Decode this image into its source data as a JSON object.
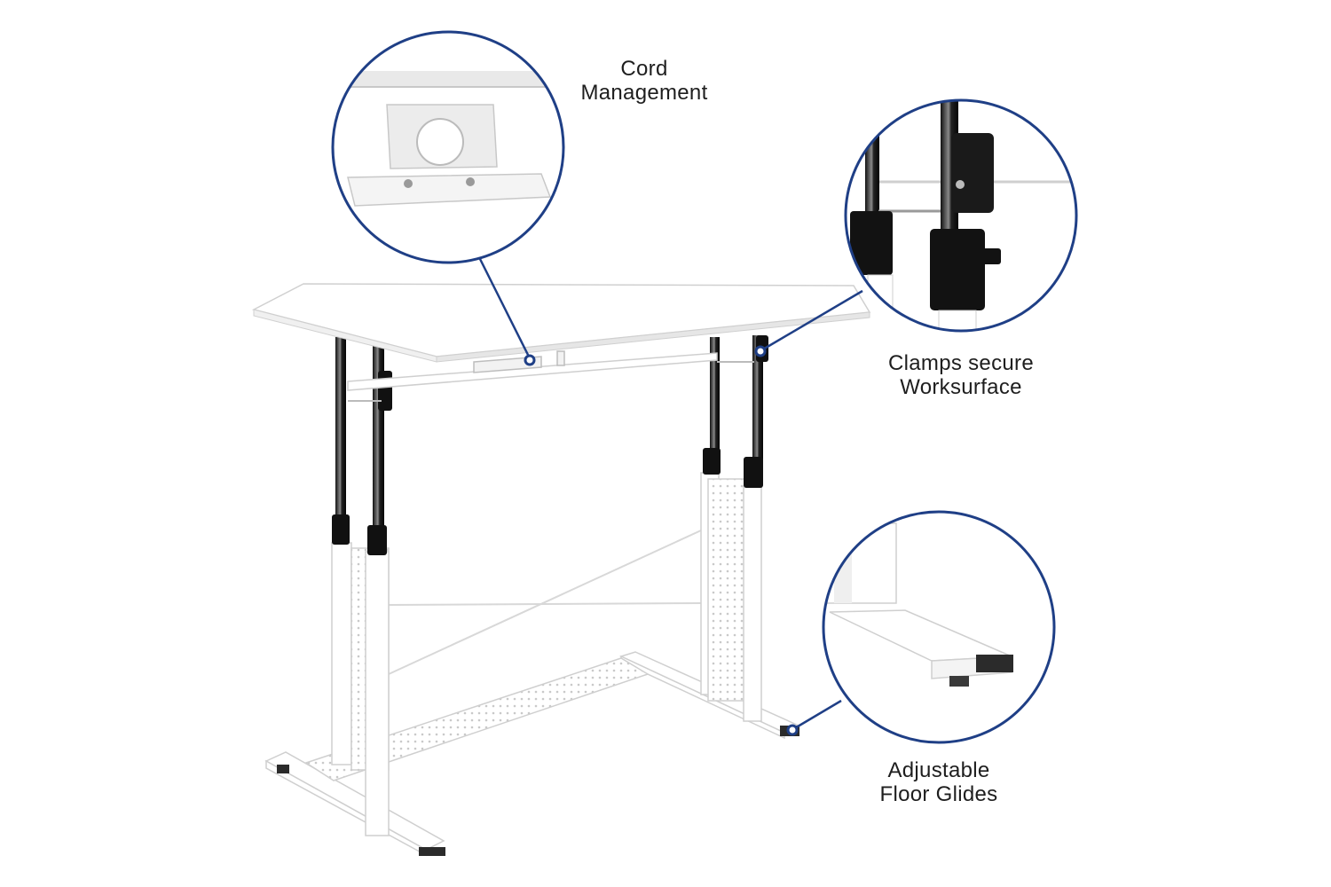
{
  "accent_color": "#1f3f86",
  "callouts": {
    "cord_management": {
      "line1": "Cord",
      "line2": "Management"
    },
    "clamps": {
      "line1": "Clamps secure",
      "line2": "Worksurface"
    },
    "floor_glides": {
      "line1": "Adjustable",
      "line2": "Floor Glides"
    }
  }
}
